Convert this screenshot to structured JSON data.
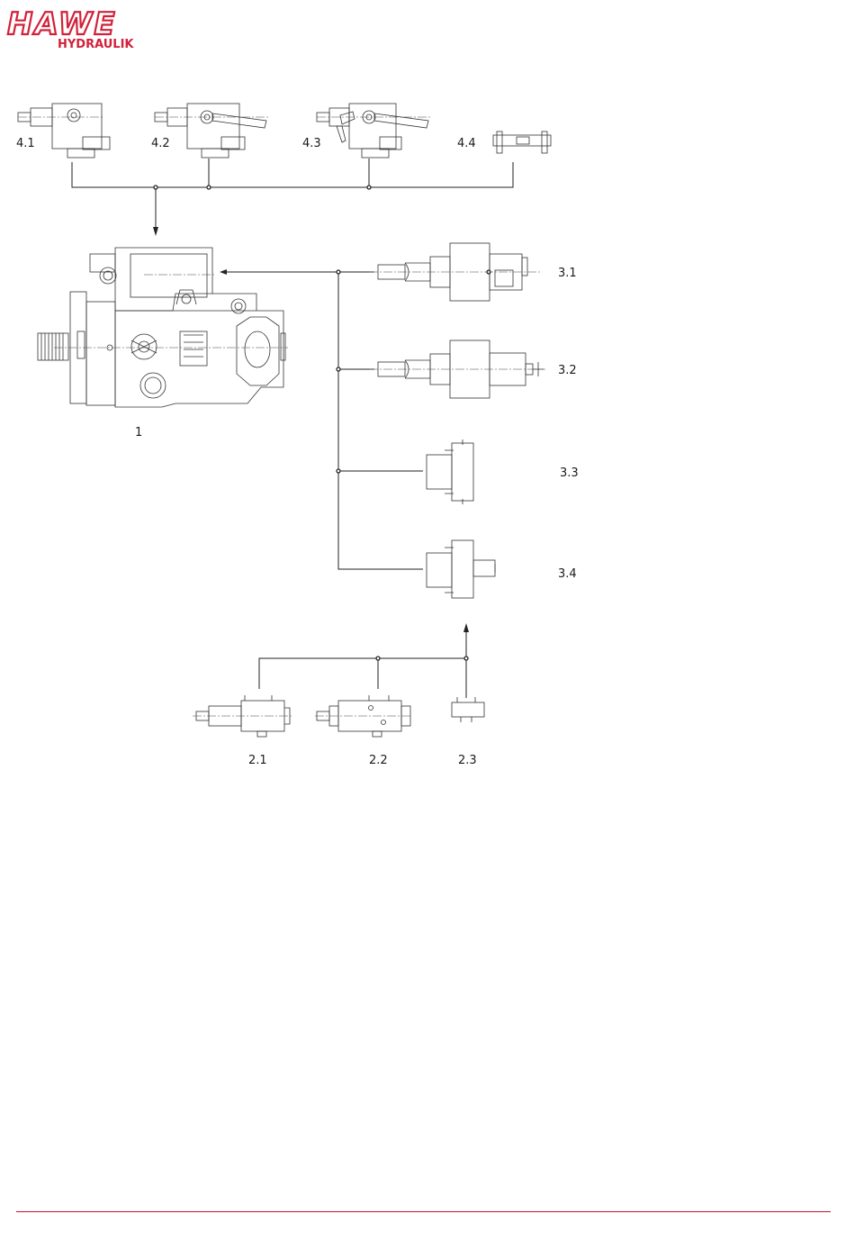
{
  "brand": {
    "name": "HAWE",
    "sub": "HYDRAULIK",
    "color": "#d2213a"
  },
  "labels": {
    "pump": "1",
    "c41": "4.1",
    "c42": "4.2",
    "c43": "4.3",
    "c44": "4.4",
    "c31": "3.1",
    "c32": "3.2",
    "c33": "3.3",
    "c34": "3.4",
    "c21": "2.1",
    "c22": "2.2",
    "c23": "2.3"
  },
  "footer": {
    "line_color": "#c8102e"
  }
}
